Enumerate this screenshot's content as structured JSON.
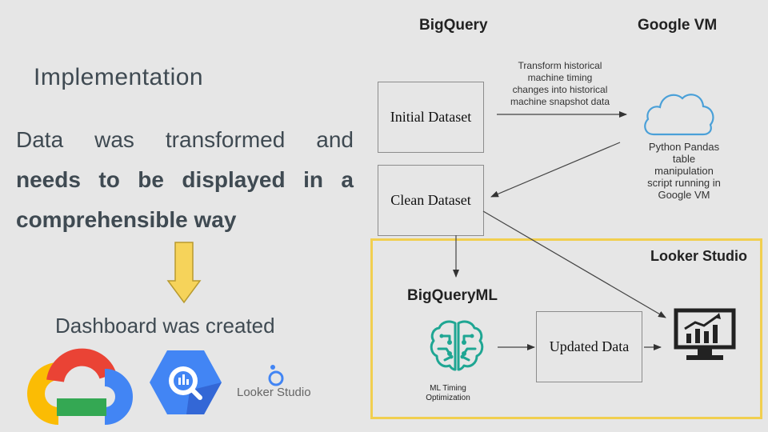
{
  "left": {
    "heading": "Implementation",
    "body_line1": "Data was transformed and",
    "body_line2": "needs to be displayed in a",
    "body_line3": "comprehensible way",
    "dashboard_text": "Dashboard was created",
    "logo_looker_label": "Looker Studio"
  },
  "diagram": {
    "col_bigquery": "BigQuery",
    "col_google_vm": "Google VM",
    "initial_dataset": "Initial Dataset",
    "clean_dataset": "Clean Dataset",
    "transform_note": [
      "Transform historical",
      "machine timing",
      "changes into historical",
      "machine snapshot data"
    ],
    "vm_caption": [
      "Python Pandas",
      "table",
      "manipulation",
      "script running in",
      "Google VM"
    ],
    "looker_studio_title": "Looker Studio",
    "bigqueryml_title": "BigQueryML",
    "ml_caption": [
      "ML Timing",
      "Optimization"
    ],
    "updated_data": "Updated Data"
  },
  "colors": {
    "background": "#e6e6e6",
    "text": "#3f4a52",
    "looker_frame": "#f1cf4f",
    "arrow_fill": "#f6d35a",
    "ml_icon": "#1fa693",
    "bigquery_blue": "#4285f4"
  }
}
